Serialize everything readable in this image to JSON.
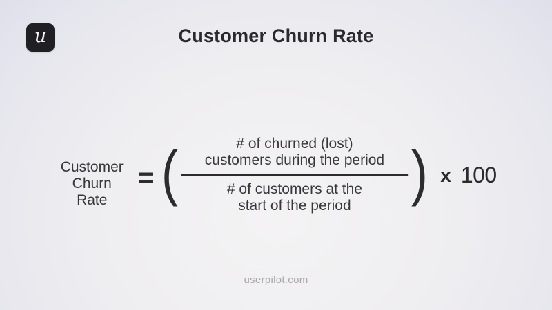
{
  "logo": {
    "letter": "u"
  },
  "title": "Customer Churn Rate",
  "formula": {
    "label_lines": [
      "Customer",
      "Churn",
      "Rate"
    ],
    "equals": "=",
    "open_paren": "(",
    "numerator_lines": [
      "# of churned (lost)",
      "customers during the period"
    ],
    "denominator_lines": [
      "# of customers at the",
      "start of the period"
    ],
    "close_paren": ")",
    "multiply": "x",
    "multiplier": "100"
  },
  "footer": {
    "website": "userpilot.com"
  },
  "colors": {
    "logo_bg": "#201f24",
    "logo_letter": "#f5f4f6",
    "title_text": "#2a2a2d",
    "formula_text": "#38383b",
    "symbol_text": "#2c2c2f",
    "fraction_bar": "#2c2c2f",
    "footer_text": "#a7a7ab",
    "bg_center": "#f4f3f4",
    "bg_corner": "#d9dae8"
  }
}
